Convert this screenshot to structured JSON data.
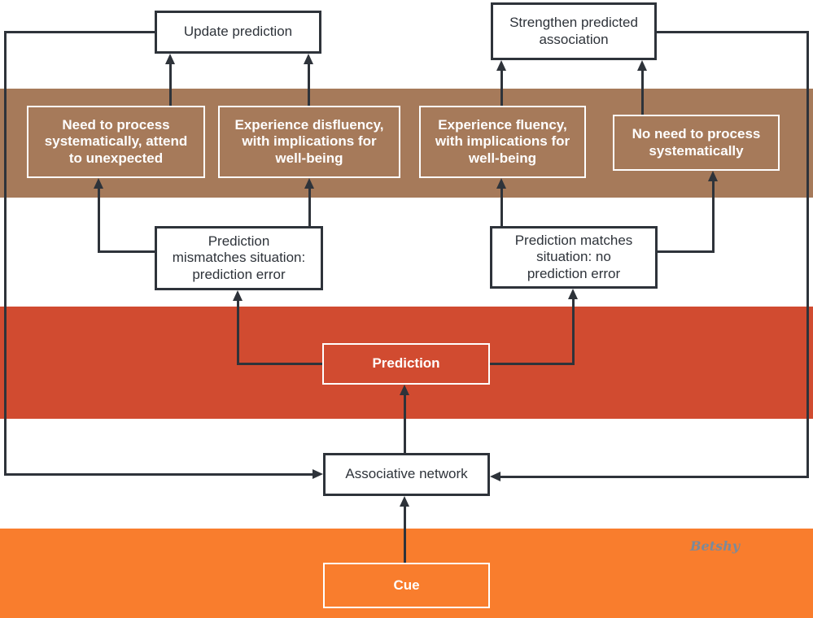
{
  "boxes": {
    "update_prediction": "Update prediction",
    "strengthen_association": "Strengthen predicted\nassociation",
    "need_process": "Need to process\nsystematically, attend\nto unexpected",
    "disfluency": "Experience disfluency,\nwith implications for\nwell-being",
    "fluency": "Experience fluency,\nwith implications for\nwell-being",
    "no_need_process": "No need to process\nsystematically",
    "mismatch": "Prediction\nmismatches situation:\nprediction error",
    "match": "Prediction matches\nsituation: no\nprediction error",
    "prediction": "Prediction",
    "associative_network": "Associative network",
    "cue": "Cue"
  },
  "watermark": {
    "text": "Betshy"
  },
  "colors": {
    "band_brown": "#a67a5a",
    "band_red": "#d14b30",
    "band_orange": "#f97d2d",
    "line": "#2e333a",
    "watermark": "#7b8a9a",
    "box_white": "#ffffff"
  },
  "edges": [
    {
      "from": "need_process",
      "to": "update_prediction"
    },
    {
      "from": "disfluency",
      "to": "update_prediction"
    },
    {
      "from": "fluency",
      "to": "strengthen_association"
    },
    {
      "from": "no_need_process",
      "to": "strengthen_association"
    },
    {
      "from": "mismatch",
      "to": "need_process"
    },
    {
      "from": "mismatch",
      "to": "disfluency"
    },
    {
      "from": "match",
      "to": "fluency"
    },
    {
      "from": "match",
      "to": "no_need_process"
    },
    {
      "from": "prediction",
      "to": "mismatch"
    },
    {
      "from": "prediction",
      "to": "match"
    },
    {
      "from": "associative_network",
      "to": "prediction"
    },
    {
      "from": "cue",
      "to": "associative_network"
    },
    {
      "from": "update_prediction",
      "to": "associative_network"
    },
    {
      "from": "strengthen_association",
      "to": "associative_network"
    }
  ]
}
